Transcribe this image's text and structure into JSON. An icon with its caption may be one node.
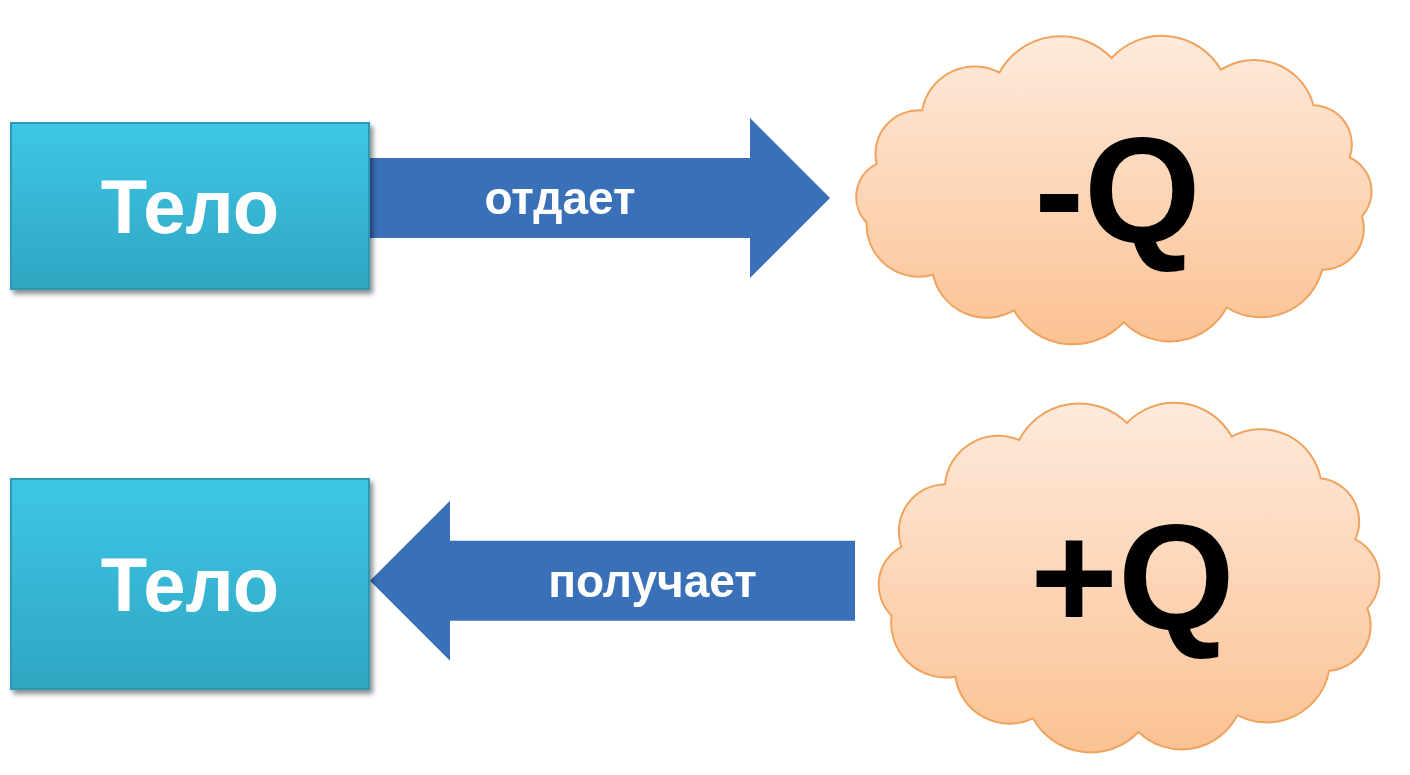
{
  "diagram": {
    "nodes": [
      {
        "text": [
          "Тело"
        ]
      },
      {
        "text": [
          "-Q"
        ]
      },
      {
        "text": [
          "Тело"
        ]
      },
      {
        "text": [
          "+Q"
        ]
      }
    ],
    "edges": [
      {
        "from": 0,
        "to": 1,
        "arrow": "to",
        "label": "отдает"
      },
      {
        "from": 3,
        "to": 2,
        "arrow": "to",
        "label": "получает"
      }
    ]
  }
}
